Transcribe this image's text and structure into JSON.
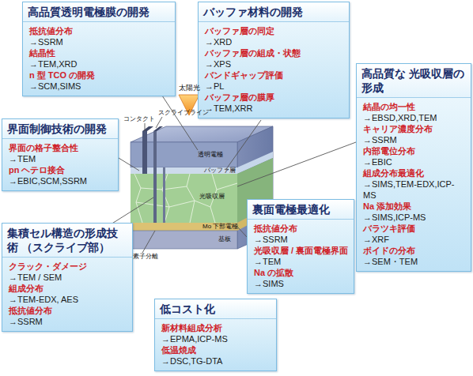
{
  "diagram": {
    "nodes": [
      {
        "text": [
          "高品質透明電極膜の開発",
          "抵抗値分布",
          "→SSRM",
          "結晶性",
          "→TEM,XRD",
          "n 型 TCO の開発",
          "→SCM,SIMS"
        ]
      },
      {
        "text": [
          "バッファ材料の開発",
          "バッファ層の同定",
          "→XRD",
          "バッファ層の組成・状態",
          "→XPS",
          "バンドギャップ評価",
          "→PL",
          "バッファ層の膜厚",
          "→TEM,XRR"
        ]
      },
      {
        "text": [
          "高品質な 光吸収層の形成",
          "結晶の均一性",
          "→EBSD,XRD,TEM",
          "キャリア濃度分布",
          "→SSRM",
          "内部電位分布",
          "→EBIC",
          "組成分布最適化",
          "→SIMS,TEM-EDX,ICP-MS",
          "Na 添加効果",
          "→SIMS,ICP-MS",
          "バラツキ評価",
          "→XRF",
          "ボイドの分布",
          "→SEM・TEM"
        ]
      },
      {
        "text": [
          "界面制御技術の開発",
          "界面の格子整合性",
          "→TEM",
          "pn ヘテロ接合",
          "→EBIC,SCM,SSRM"
        ]
      },
      {
        "text": [
          "裏面電極最適化",
          "抵抗値分布",
          "→SSRM",
          "光吸収層 / 裏面電極界面",
          "→TEM",
          "Na の拡散",
          "→SIMS"
        ]
      },
      {
        "text": [
          "集積セル構造の形成技術 （スクライブ部）",
          "クラック・ダメージ",
          "→TEM / SEM",
          "組成分布",
          "→TEM-EDX, AES",
          "抵抗値分布",
          "→SSRM"
        ]
      },
      {
        "text": [
          "低コスト化",
          "新材料組成分析",
          "→EPMA,ICP-MS",
          "低温焼成",
          "→DSC,TG-DTA"
        ]
      }
    ],
    "labels": [
      "太陽光",
      "コンタクト",
      "スクライブライン",
      "透明電極",
      "バッファ層",
      "光吸収層",
      "素子分離",
      "Mo 下部電極",
      "基板"
    ]
  }
}
